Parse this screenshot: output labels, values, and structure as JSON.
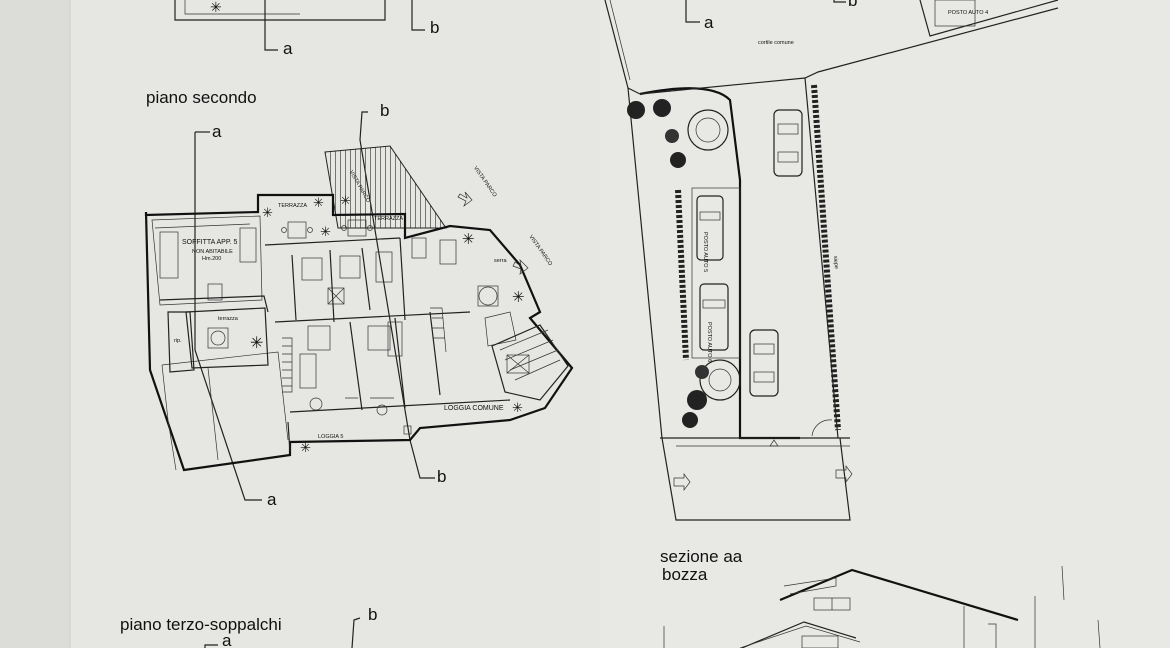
{
  "plans": {
    "second_floor": {
      "title": "piano secondo",
      "rooms": {
        "attic": "SOFFITTA APP. 5",
        "attic_note": "NON ABITABILE",
        "attic_height": "Hm.200",
        "terrace_1": "TERRAZZA",
        "terrace_2": "TERRAZZA",
        "terrace_small": "terrazza",
        "common_loggia": "LOGGIA COMUNE",
        "loggia": "LOGGIA 5",
        "storage": "rip.",
        "serra": "serra"
      },
      "view_labels": [
        "VISTA PARCO",
        "VISTA PARCO",
        "VISTA PARCO"
      ]
    },
    "third_floor": {
      "title": "piano terzo-soppalchi"
    },
    "site": {
      "courtyard": "cortile comune",
      "parking": [
        "POSTO AUTO 4",
        "POSTO AUTO 5",
        "POSTO AUTO 6"
      ],
      "hedge": "siepe"
    },
    "section": {
      "title": "sezione aa",
      "subtitle": "bozza"
    }
  },
  "section_markers": {
    "a": "a",
    "b": "b"
  },
  "colors": {
    "paper": "#e6e6e3",
    "ink": "#111111"
  }
}
